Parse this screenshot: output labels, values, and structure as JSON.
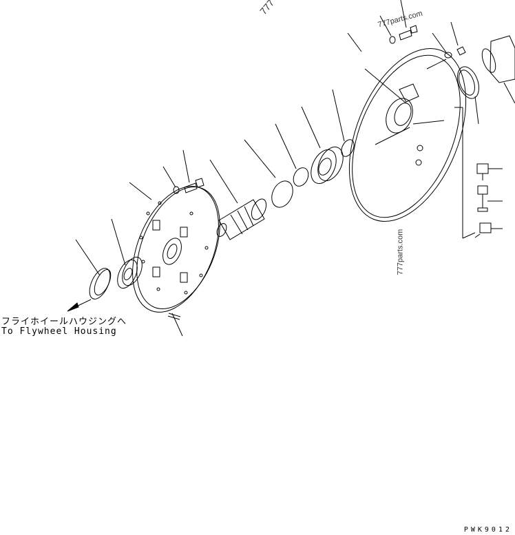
{
  "diagram": {
    "destination_label_jp": "フライホイールハウジングへ",
    "destination_label_en": "To Flywheel Housing",
    "drawing_code": "PWK9012",
    "watermarks": [
      "777parts.com",
      "777parts.com",
      "777"
    ],
    "line_color": "#000000"
  }
}
